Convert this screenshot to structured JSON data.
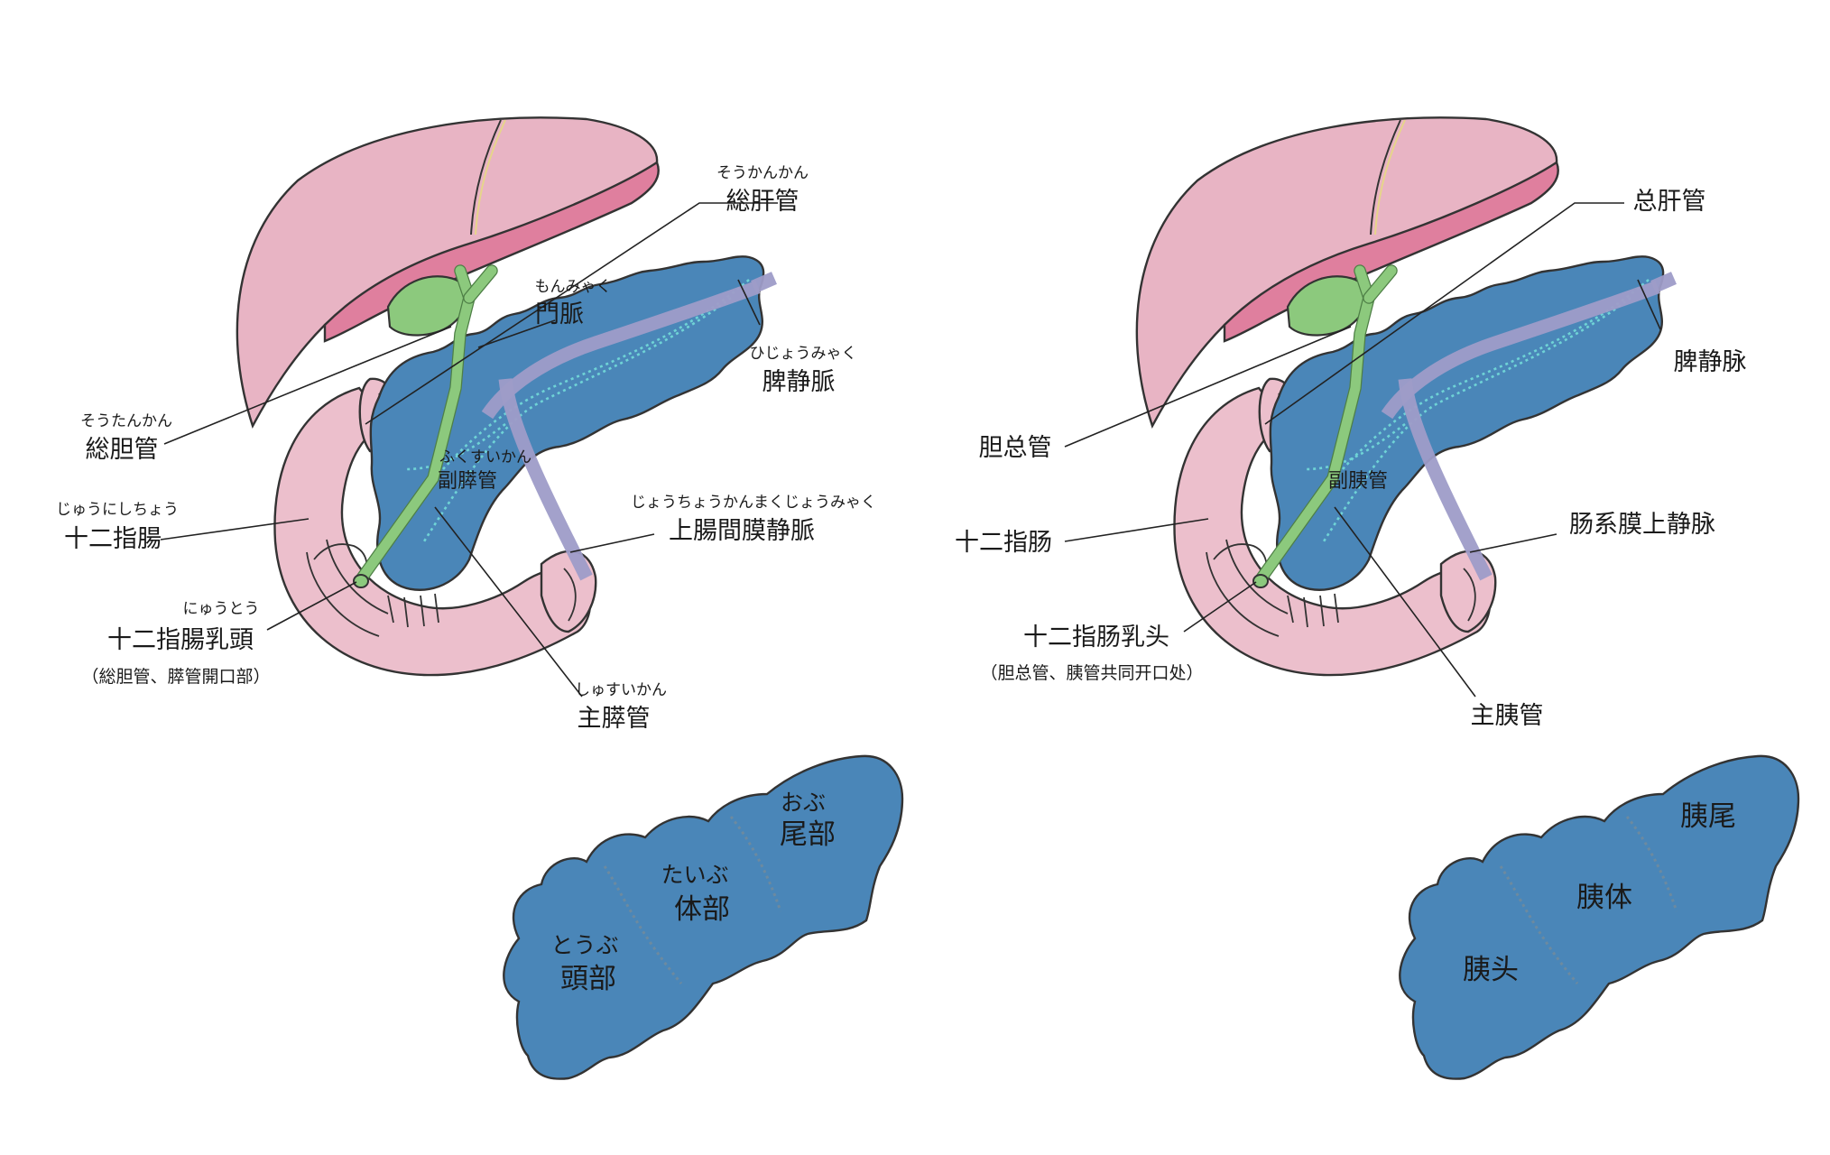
{
  "left": {
    "common_hepatic_duct": {
      "ruby": "そうかんかん",
      "label": "総肝管"
    },
    "portal_vein": {
      "ruby": "もんみゃく",
      "label": "門脈"
    },
    "splenic_vein": {
      "ruby": "ひじょうみゃく",
      "label": "脾静脈"
    },
    "common_bile_duct": {
      "ruby": "そうたんかん",
      "label": "総胆管"
    },
    "accessory_duct": {
      "ruby": "ふくすいかん",
      "label": "副膵管"
    },
    "duodenum": {
      "ruby": "じゅうにしちょう",
      "label": "十二指腸"
    },
    "smv": {
      "ruby": "じょうちょうかんまくじょうみゃく",
      "label": "上腸間膜静脈"
    },
    "papilla": {
      "ruby": "にゅうとう",
      "label": "十二指腸乳頭",
      "note": "（総胆管、膵管開口部）"
    },
    "main_duct": {
      "ruby": "しゅすいかん",
      "label": "主膵管"
    },
    "parts": {
      "head": {
        "ruby": "とうぶ",
        "label": "頭部"
      },
      "body": {
        "ruby": "たいぶ",
        "label": "体部"
      },
      "tail": {
        "ruby": "おぶ",
        "label": "尾部"
      }
    }
  },
  "right": {
    "common_hepatic_duct": "总肝管",
    "splenic_vein": "脾静脉",
    "common_bile_duct": "胆总管",
    "accessory_duct": "副胰管",
    "duodenum": "十二指肠",
    "smv": "肠系膜上静脉",
    "papilla": "十二指肠乳头",
    "papilla_note": "（胆总管、胰管共同开口处）",
    "main_duct": "主胰管",
    "parts": {
      "head": "胰头",
      "body": "胰体",
      "tail": "胰尾"
    }
  }
}
